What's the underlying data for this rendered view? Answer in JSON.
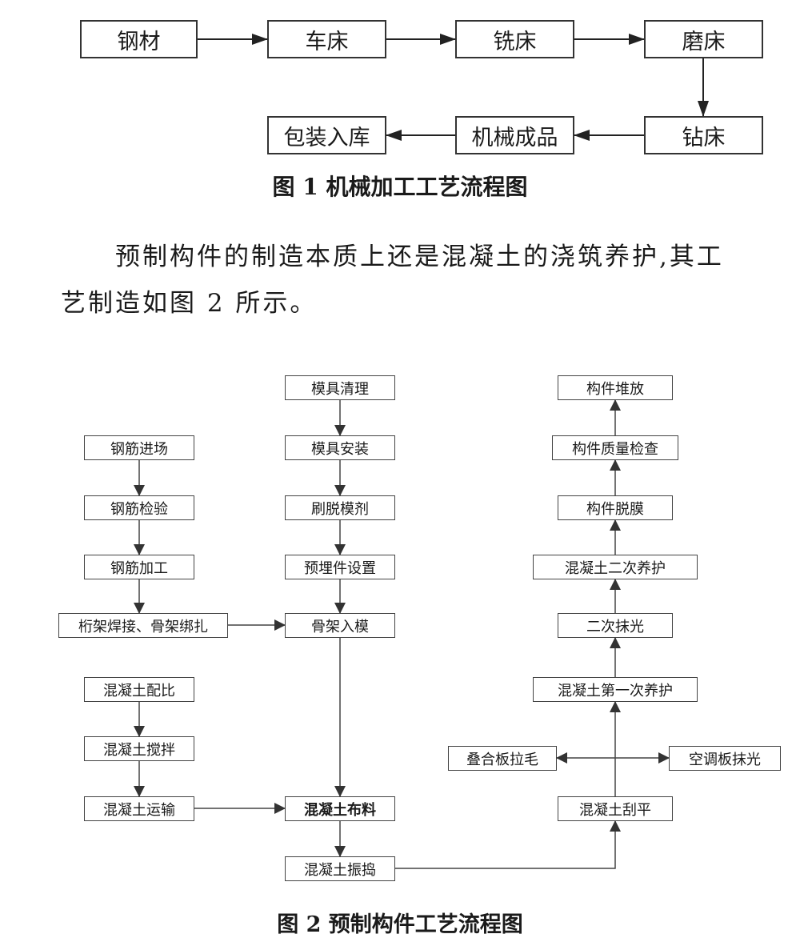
{
  "figure1": {
    "nodes": {
      "steel": "钢材",
      "lathe": "车床",
      "milling": "铣床",
      "grinding": "磨床",
      "drilling": "钻床",
      "product": "机械成品",
      "pack": "包装入库"
    },
    "caption": "图 1  机械加工工艺流程图"
  },
  "paragraph": {
    "line1": "预制构件的制造本质上还是混凝土的浇筑养护,其工",
    "line2": "艺制造如图 2 所示。"
  },
  "figure2": {
    "nodes": {
      "rebar_in": "钢筋进场",
      "rebar_check": "钢筋检验",
      "rebar_process": "钢筋加工",
      "truss": "桁架焊接、骨架绑扎",
      "mix_ratio": "混凝土配比",
      "mixing": "混凝土搅拌",
      "transport": "混凝土运输",
      "mold_clean": "模具清理",
      "mold_install": "模具安装",
      "release_agent": "刷脱模剂",
      "embed": "预埋件设置",
      "skeleton_in": "骨架入模",
      "placing": "混凝土布料",
      "vibrate": "混凝土振捣",
      "stack": "构件堆放",
      "quality": "构件质量检查",
      "demold": "构件脱膜",
      "cure2": "混凝土二次养护",
      "trowel2": "二次抹光",
      "cure1": "混凝土第一次养护",
      "roughen": "叠合板拉毛",
      "ac_trowel": "空调板抹光",
      "screed": "混凝土刮平"
    },
    "caption": "图 2  预制构件工艺流程图"
  },
  "colors": {
    "line": "#333333",
    "text": "#1a1a1a"
  }
}
